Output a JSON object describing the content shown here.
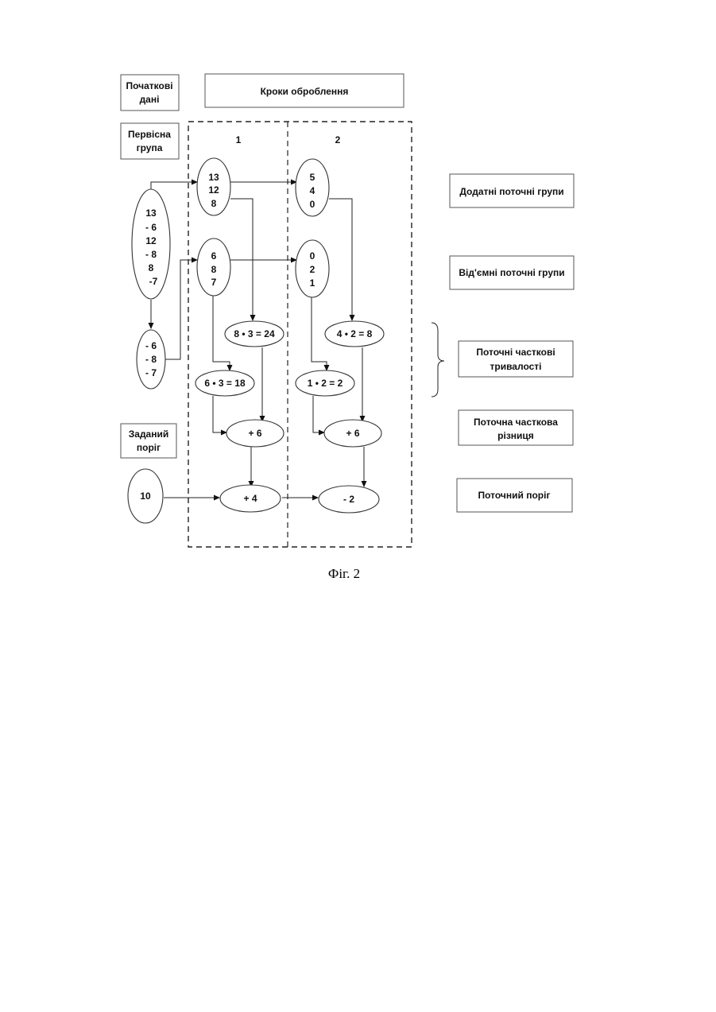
{
  "labels": {
    "initial_data": [
      "Початкові",
      "дані"
    ],
    "processing_steps": "Кроки оброблення",
    "primary_group": [
      "Первісна",
      "група"
    ],
    "given_threshold": [
      "Заданий",
      "поріг"
    ],
    "positive_groups": "Додатні поточні групи",
    "negative_groups": "Від'ємні поточні групи",
    "partial_durations": [
      "Поточні часткові",
      "тривалості"
    ],
    "partial_difference": [
      "Поточна часткова",
      "різниця"
    ],
    "current_threshold": "Поточний поріг"
  },
  "steps": [
    "1",
    "2"
  ],
  "nodes": {
    "primary_group": [
      "13",
      "- 6",
      "12",
      "- 8",
      "8",
      "-7"
    ],
    "negatives_initial": [
      "- 6",
      "- 8",
      "- 7"
    ],
    "threshold_initial": "10",
    "pos_step1": [
      "13",
      "12",
      "8"
    ],
    "neg_step1": [
      "6",
      "8",
      "7"
    ],
    "pos_step2": [
      "5",
      "4",
      "0"
    ],
    "neg_step2": [
      "0",
      "2",
      "1"
    ],
    "dur_pos_step1": "8 • 3 = 24",
    "dur_neg_step1": "6 • 3 = 18",
    "dur_pos_step2": "4 • 2 = 8",
    "dur_neg_step2": "1 • 2 = 2",
    "diff_step1": "+ 6",
    "diff_step2": "+ 6",
    "thr_step1": "+ 4",
    "thr_step2": "- 2"
  },
  "caption": "Фіг. 2"
}
